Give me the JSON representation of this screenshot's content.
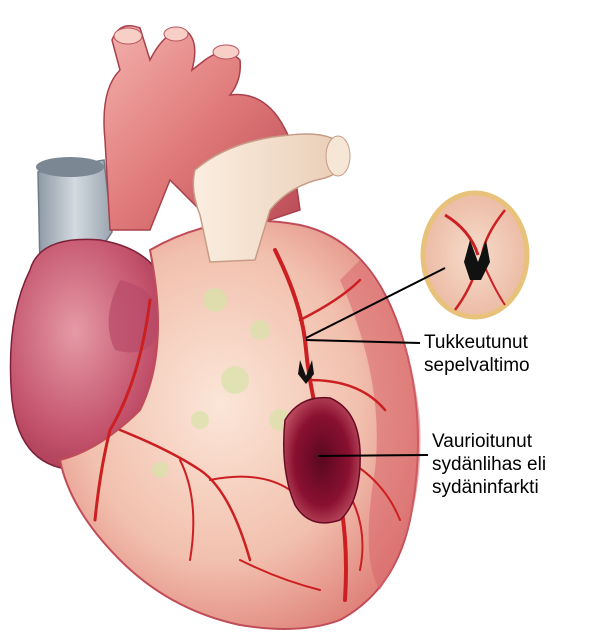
{
  "labels": {
    "blocked_artery": {
      "line1": "Tukkeutunut",
      "line2": "sepelvaltimo"
    },
    "damaged_muscle": {
      "line1": "Vaurioitunut",
      "line2": "sydänlihas eli",
      "line3": "sydäninfarkti"
    }
  },
  "colors": {
    "heart_muscle": "#f2b9a8",
    "right_atrium": "#c2506a",
    "aorta": "#e07a7a",
    "vena_cava": "#b9c3cc",
    "artery": "#cc1f22",
    "infarct": "#8a1030",
    "leader_line": "#000000",
    "magnifier_border": "#e8c27a"
  },
  "icons": [
    "heart-illustration",
    "magnifier-inset",
    "blocked-artery-icon"
  ]
}
